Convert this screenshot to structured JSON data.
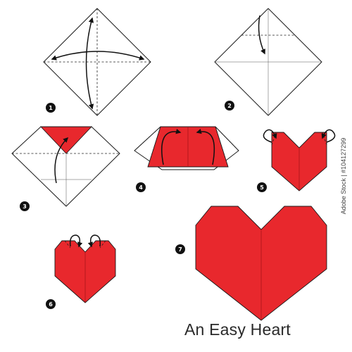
{
  "title": "An Easy Heart",
  "stock_id": "Adobe Stock | #104127299",
  "colors": {
    "paper_red": "#e8282d",
    "outline": "#1a1a1a",
    "background": "#ffffff"
  },
  "steps": [
    {
      "number": "1",
      "description": "square diagonals folded and unfolded"
    },
    {
      "number": "2",
      "description": "fold top corner down to center"
    },
    {
      "number": "3",
      "description": "fold bottom corner up to top edge"
    },
    {
      "number": "4",
      "description": "fold both sides up along center"
    },
    {
      "number": "5",
      "description": "fold side corners behind"
    },
    {
      "number": "6",
      "description": "fold top corners behind"
    },
    {
      "number": "7",
      "description": "finished heart"
    }
  ]
}
